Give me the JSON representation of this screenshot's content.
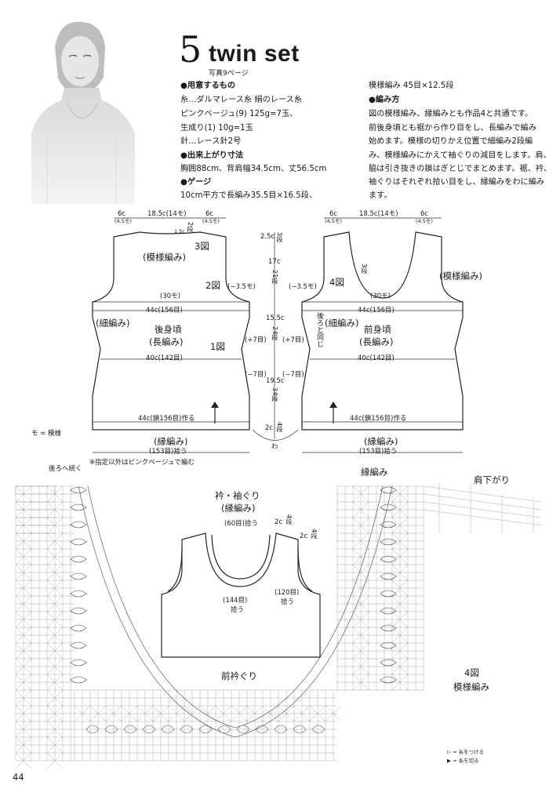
{
  "header": {
    "number": "5",
    "title": "twin set",
    "photo_ref": "写真9ページ"
  },
  "materials": {
    "heading": "●用意するもの",
    "lines": [
      "糸…ダルマレース糸 絹のレース糸",
      "ピンクベージュ(9) 125g=7玉、",
      "生成り(1) 10g=1玉",
      "針…レース針2号"
    ],
    "size_heading": "●出来上がり寸法",
    "size_text": "胸囲88cm、背肩幅34.5cm、丈56.5cm",
    "gauge_heading": "●ゲージ",
    "gauge_text": "10cm平方で長編み35.5目×16.5段、"
  },
  "instructions": {
    "gauge_cont": "模様編み 45目×12.5段",
    "heading": "●編み方",
    "lines": [
      "図の模様編み、縁編みとも作品4と共通です。",
      "前後身頃とも裾から作り目をし、長編みで編み",
      "始めます。模様の切りかえ位置で細編み2段編",
      "み、模様編みにかえて袖ぐりの減目をします。肩、",
      "脇は引き抜きの鎖はぎとじでまとめます。裾、衿、",
      "袖ぐりはそれぞれ拾い目をし、縁編みをわに編み",
      "ます。"
    ]
  },
  "back": {
    "top_left": "6c",
    "top_left_sub": "(4.5モ)",
    "top_mid": "18.5c(14モ)",
    "top_right": "6c",
    "top_right_sub": "(4.5モ)",
    "neck_rows": "2段",
    "neck_drop": "1.5c",
    "fig3": "3図",
    "pattern": "(模様編み)",
    "fig2": "2図",
    "arm_dec": "(−3.5モ)",
    "arm_width": "(30モ)",
    "width_44": "44c(156目)",
    "sc_label": "(細編み)",
    "name": "後身頃",
    "stitch": "(長編み)",
    "fig1": "1図",
    "plus7": "(+7目)",
    "width_40": "40c(142目)",
    "bottom": "44c(鎖156目)作る",
    "edge": "(縁編み)",
    "pickup": "(153目)拾う"
  },
  "front": {
    "top_left": "6c",
    "top_left_sub": "(4.5モ)",
    "top_mid": "18.5c(14モ)",
    "top_right": "6c",
    "top_right_sub": "(4.5モ)",
    "fig4": "4図",
    "pattern": "(模様編み)",
    "neck_rows": "3段",
    "arm_dec": "(−3.5モ)",
    "arm_width": "(30モ)",
    "width_44": "44c(156目)",
    "same_as_back": "後ろと同じ",
    "sc_label": "(細編み)",
    "name": "前身頃",
    "stitch": "(長編み)",
    "plus7": "(+7目)",
    "width_40": "40c(142目)",
    "bottom": "44c(鎖156目)作る",
    "edge": "(縁編み)",
    "pickup": "(153目)拾う"
  },
  "center_dims": {
    "d1": "2.5c",
    "d1r": "3段",
    "d2": "17c",
    "d2r": "21段",
    "d3": "15.5c",
    "d3r": "24段",
    "d4": "19.5c",
    "d4r": "34段",
    "d5": "2c",
    "d5r": "4段",
    "minus7": "(−7目)",
    "wa": "わ"
  },
  "notes": {
    "legend": "モ = 模様",
    "color": "※指定以外はピンクベージュで編む",
    "to_back": "後ろへ続く",
    "edging": "縁編み",
    "shoulder": "肩下がり",
    "fig4_bottom": "4図",
    "pattern_bottom": "模様編み",
    "attach": "= 糸をつける",
    "cut": "= 糸を切る"
  },
  "collar": {
    "title": "衿・袖ぐり",
    "sub": "(縁編み)",
    "pick60": "(60目)拾う",
    "r1": "2c",
    "r1r": "4段",
    "r2": "2c",
    "r2r": "4段",
    "pick120": "(120目)",
    "pick120b": "拾う",
    "pick144": "(144目)",
    "pick144b": "拾う",
    "front_neck": "前衿ぐり"
  },
  "page_number": "44"
}
